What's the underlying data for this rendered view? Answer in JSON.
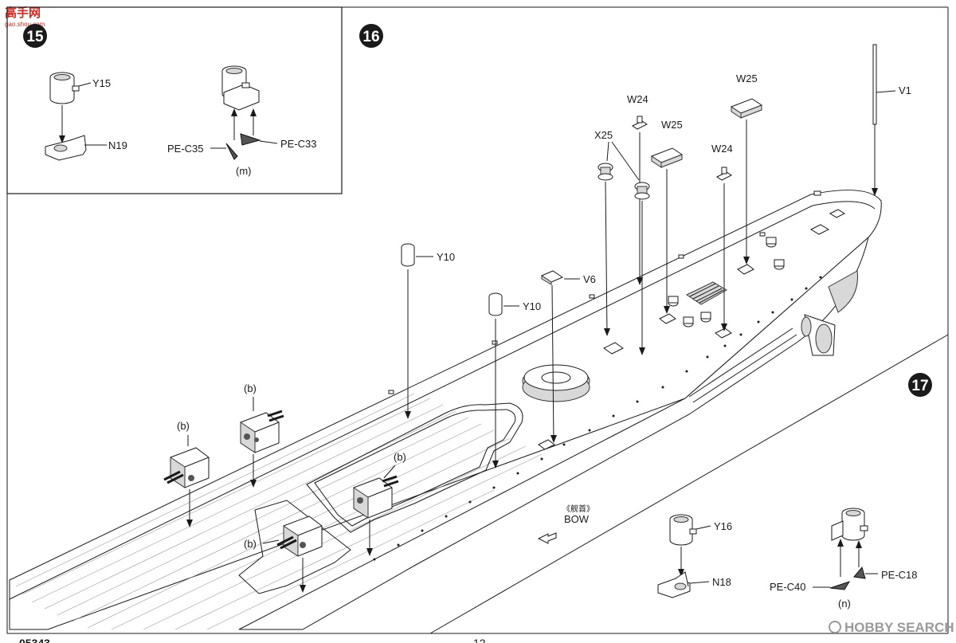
{
  "logo": {
    "text": "高手网",
    "subtext": "gao.shou.com"
  },
  "steps": [
    {
      "number": "15"
    },
    {
      "number": "16"
    },
    {
      "number": "17"
    }
  ],
  "step15": {
    "labels": {
      "y15": "Y15",
      "n19": "N19",
      "pec35": "PE-C35",
      "pec33": "PE-C33",
      "sub_m": "(m)"
    }
  },
  "step16": {
    "labels": {
      "v1": "V1",
      "w25a": "W25",
      "w25b": "W25",
      "w24a": "W24",
      "w24b": "W24",
      "x25": "X25",
      "y10a": "Y10",
      "y10b": "Y10",
      "v6": "V6",
      "b1": "(b)",
      "b2": "(b)",
      "b3": "(b)",
      "b4": "(b)",
      "bow_cn": "《舰首》",
      "bow": "BOW"
    }
  },
  "step17": {
    "labels": {
      "y16": "Y16",
      "n18": "N18",
      "pec40": "PE-C40",
      "pec18": "PE-C18",
      "sub_n": "(n)"
    }
  },
  "watermark": {
    "text": "HOBBY SEARCH"
  },
  "footer": {
    "code": "05343",
    "page": "12"
  }
}
